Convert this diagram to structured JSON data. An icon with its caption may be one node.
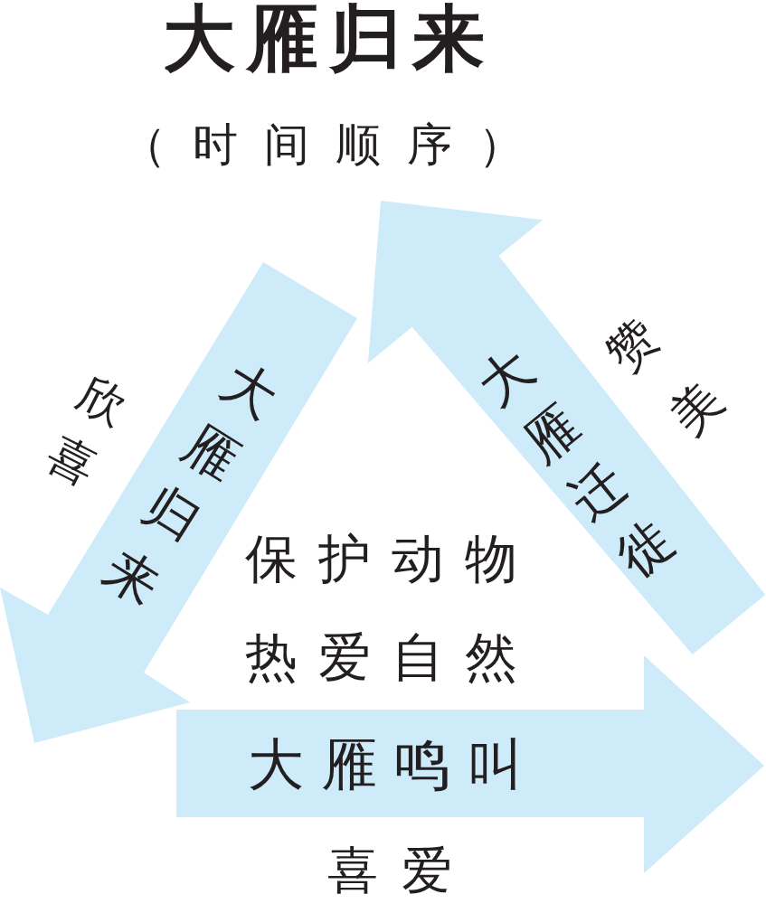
{
  "diagram": {
    "title": "大雁归来",
    "nodes": [
      {
        "text": [
          "大雁归来"
        ],
        "beside": [
          "欣喜"
        ]
      },
      {
        "text": [
          "大雁鸣叫"
        ],
        "beside": [
          "喜爱"
        ]
      }
    ],
    "edges": [
      {
        "from": 1,
        "to": 0,
        "arrow": "to",
        "label": "大雁迁徙"
      }
    ],
    "labels": [
      "（时间顺序）",
      "赞美",
      "保护动物",
      "热爱自然"
    ]
  }
}
